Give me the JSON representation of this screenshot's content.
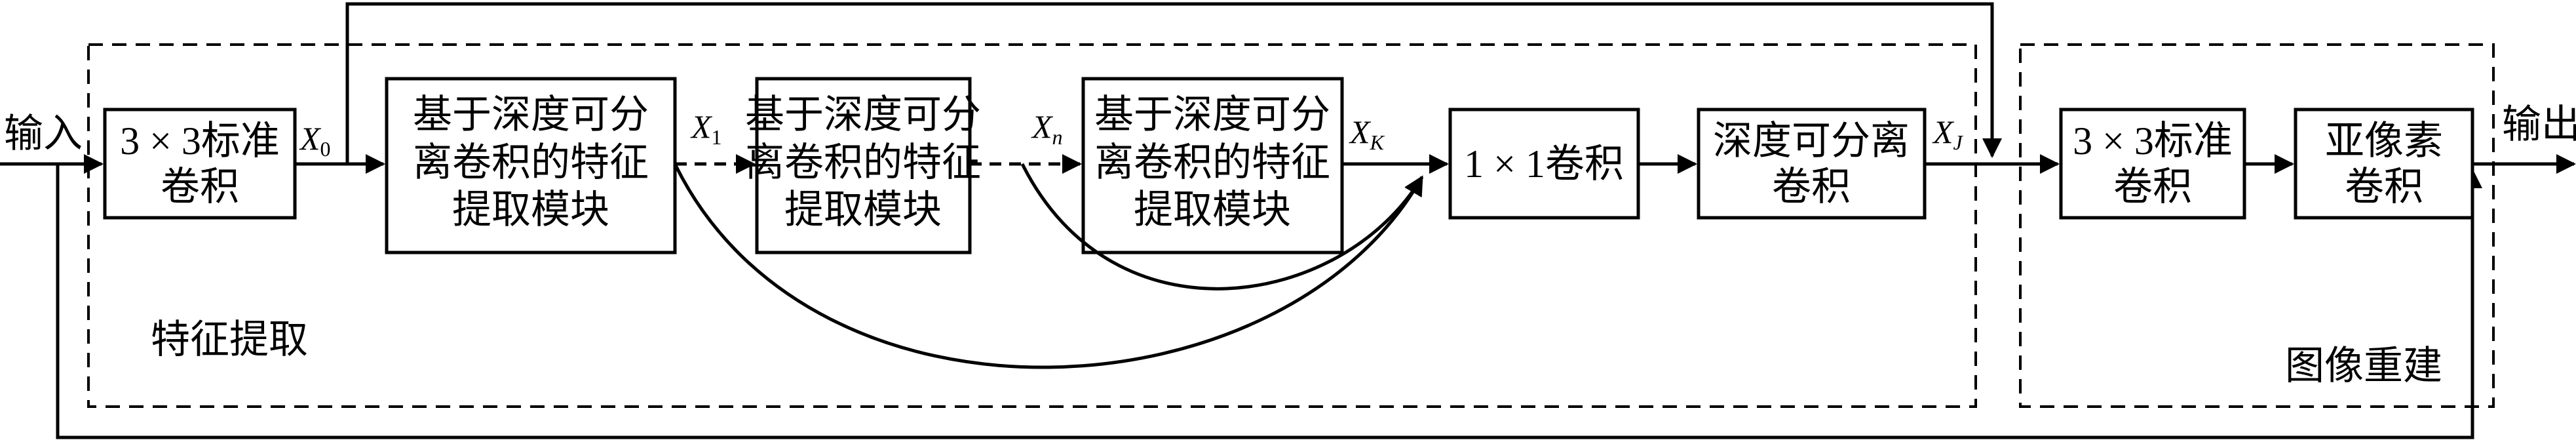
{
  "io": {
    "input": "输入",
    "output": "输出"
  },
  "regions": {
    "feature_extraction": "特征提取",
    "image_reconstruction": "图像重建"
  },
  "blocks": {
    "conv3x3_first": [
      "3 × 3标准",
      "卷积"
    ],
    "dsc_module_1": [
      "基于深度可分",
      "离卷积的特征",
      "提取模块"
    ],
    "dsc_module_n": [
      "基于深度可分",
      "离卷积的特征",
      "提取模块"
    ],
    "dsc_module_k": [
      "基于深度可分",
      "离卷积的特征",
      "提取模块"
    ],
    "conv1x1": [
      "1 × 1卷积"
    ],
    "depthwise_separable_conv": [
      "深度可分离",
      "卷积"
    ],
    "conv3x3_recon": [
      "3 × 3标准",
      "卷积"
    ],
    "subpixel_conv": [
      "亚像素",
      "卷积"
    ]
  },
  "signals": {
    "x0": {
      "symbol": "X",
      "sub": "0"
    },
    "x1": {
      "symbol": "X",
      "sub": "1"
    },
    "xn": {
      "symbol": "X",
      "sub": "n"
    },
    "xk": {
      "symbol": "X",
      "sub": "K"
    },
    "xj": {
      "symbol": "X",
      "sub": "J"
    }
  }
}
